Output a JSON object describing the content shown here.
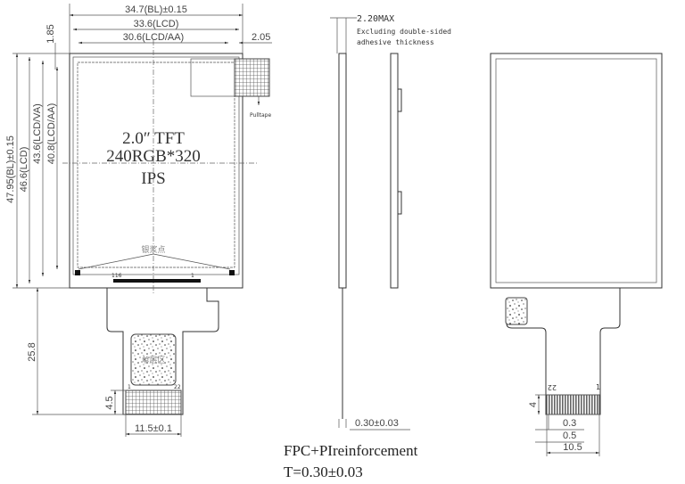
{
  "front_view": {
    "dim_width_bl": "34.7(BL)±0.15",
    "dim_width_lcd": "33.6(LCD)",
    "dim_width_aa": "30.6(LCD/AA)",
    "dim_top_offset": "1.85",
    "dim_right_offset": "2.05",
    "dim_height_bl": "47.95(BL)±0.15",
    "dim_height_lcd": "46.6(LCD)",
    "dim_height_va": "43.6(LCD/VA)",
    "dim_height_aa": "40.8(LCD/AA)",
    "pulltape_label": "Pulltape",
    "title_line1": "2.0″ TFT",
    "title_line2": "240RGB*320",
    "title_line3": "IPS",
    "silver_dot_label": "银浆点",
    "pin_left": "116",
    "pin_right": "1",
    "single_layer_label": "单层区",
    "fpc_pin_1": "1",
    "fpc_pin_22": "22",
    "dim_fpc_length": "25.8",
    "dim_finger_height": "4.5",
    "dim_fpc_width": "11.5±0.1"
  },
  "side_view": {
    "dim_thickness": "2.20MAX",
    "note_line1": "Excluding double-sided",
    "note_line2": "adhesive thickness",
    "dim_fpc_thickness": "0.30±0.03"
  },
  "back_view": {
    "pin_22": "22",
    "pin_1": "1",
    "dim_finger_height": "4",
    "dim_pitch_width": "0.3",
    "dim_pitch": "0.5",
    "dim_total_width": "10.5"
  },
  "caption": {
    "line1": "FPC+PIreinforcement",
    "line2": "T=0.30±0.03"
  }
}
